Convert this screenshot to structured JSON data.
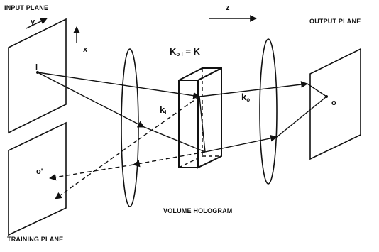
{
  "labels": {
    "input_plane": "INPUT PLANE",
    "output_plane": "OUTPUT PLANE",
    "training_plane": "TRAINING PLANE",
    "volume_hologram": "VOLUME HOLOGRAM",
    "axis_y": "y",
    "axis_x": "x",
    "axis_z": "z",
    "point_i": "i",
    "point_o": "o",
    "point_o_prime": "o'",
    "k_i_main": "k",
    "k_i_sub": "i",
    "k_o_main": "k",
    "k_o_sub": "o",
    "eq_left_main": "K",
    "eq_left_sub": "o i",
    "eq_right": "= K"
  }
}
